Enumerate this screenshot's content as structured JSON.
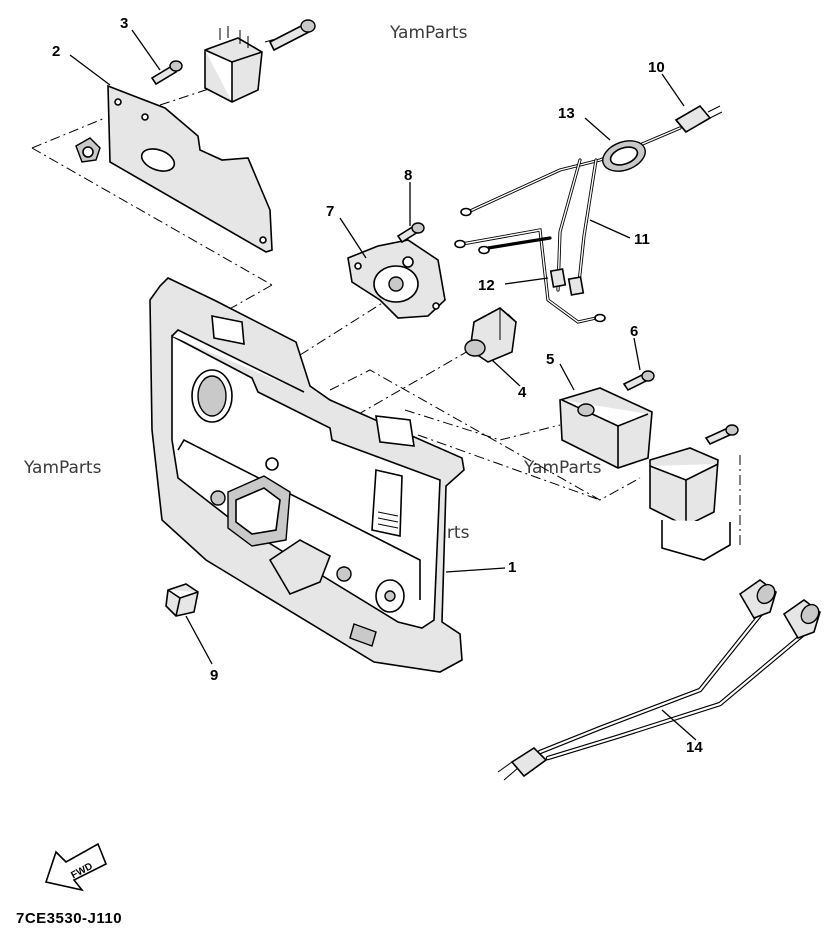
{
  "watermarks": [
    "YamParts",
    "YamParts",
    "YamParts",
    "YamParts"
  ],
  "callouts": {
    "c1": "1",
    "c2": "2",
    "c3": "3",
    "c4": "4",
    "c5": "5",
    "c6": "6",
    "c7": "7",
    "c8": "8",
    "c9": "9",
    "c10": "10",
    "c11": "11",
    "c12": "12",
    "c13": "13",
    "c14": "14"
  },
  "fwd_label": "FWD",
  "diagram_code": "7CE3530-J110"
}
